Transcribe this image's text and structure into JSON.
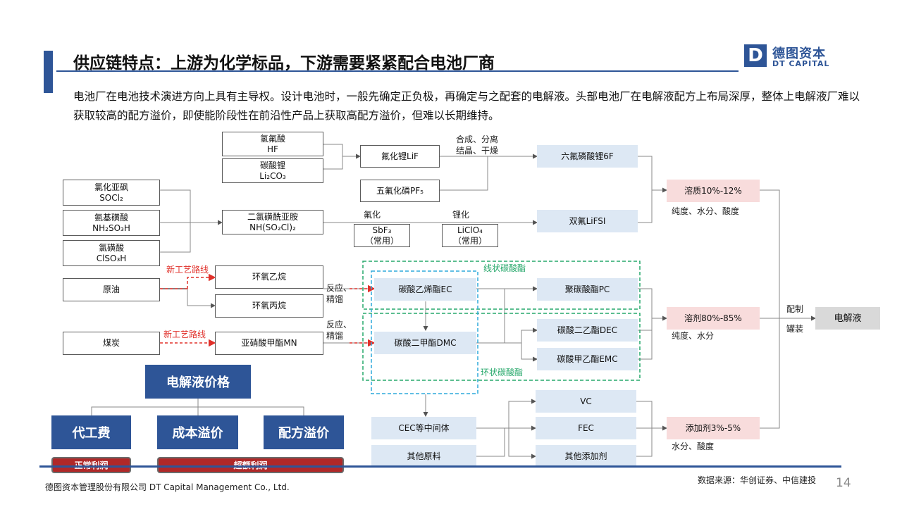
{
  "header": {
    "title": "供应链特点：上游为化学标品，下游需要紧紧配合电池厂商",
    "logo_mark": "D",
    "logo_cn": "德图资本",
    "logo_en": "DT CAPITAL"
  },
  "intro": "电池厂在电池技术演进方向上具有主导权。设计电池时，一般先确定正负极，再确定与之配套的电解液。头部电池厂在电解液配方上布局深厚，整体上电解液厂难以获取较高的配方溢价，即使能阶段性在前沿性产品上获取高配方溢价，但难以长期维持。",
  "diagram": {
    "raw": {
      "hf": "氢氟酸\nHF",
      "li2co3": "碳酸锂\nLi₂CO₃",
      "socl2": "氯化亚砜\nSOCl₂",
      "nh2so3h": "氨基磺酸\nNH₂SO₃H",
      "clso3h": "氯磺酸\nClSO₃H",
      "crude": "原油",
      "coal": "煤炭"
    },
    "mid": {
      "lif": "氟化锂LiF",
      "pf5": "五氟化磷PF₅",
      "imide": "二氯磺酰亚胺\nNH(SO₂Cl)₂",
      "sbf3": "SbF₃\n（常用）",
      "liclo4": "LiClO₄\n（常用）",
      "eo": "环氧乙烷",
      "po": "环氧丙烷",
      "mn": "亚硝酸甲酯MN"
    },
    "prod": {
      "lipf6": "六氟磷酸锂6F",
      "lifsi": "双氟LiFSI",
      "ec": "碳酸乙烯酯EC",
      "pc": "聚碳酸酯PC",
      "dmc": "碳酸二甲酯DMC",
      "dec": "碳酸二乙酯DEC",
      "emc": "碳酸甲乙酯EMC",
      "cec": "CEC等中间体",
      "other_raw": "其他原料",
      "vc": "VC",
      "fec": "FEC",
      "other_add": "其他添加剂"
    },
    "agg": {
      "solute": "溶质10%-12%",
      "solvent": "溶剂80%-85%",
      "additive": "添加剂3%-5%",
      "electrolyte": "电解液"
    },
    "labels": {
      "synth": "合成、分离\n结晶、干燥",
      "fluor": "氟化",
      "lith": "锂化",
      "react1": "反应、\n精馏",
      "react2": "反应、\n精馏",
      "new_route1": "新工艺路线",
      "new_route2": "新工艺路线",
      "linear": "线状碳酸酯",
      "cyclic": "环状碳酸酯",
      "solute_req": "纯度、水分、酸度",
      "solvent_req": "纯度、水分",
      "additive_req": "水分、酸度",
      "mix": "配制",
      "fill": "罐装"
    },
    "colors": {
      "navy": "#2e5597",
      "light_blue_box": "#dde8f4",
      "red_route": "#e0302a",
      "green_dash": "#27a86b",
      "blue_dash": "#2eaadc",
      "red_pill": "#b02828"
    }
  },
  "price": {
    "title": "电解液价格",
    "items": [
      "代工费",
      "成本溢价",
      "配方溢价"
    ],
    "normal": "正常利润",
    "excess": "超额利润"
  },
  "footer": {
    "company": "德图资本管理股份有限公司  DT Capital Management Co., Ltd.",
    "source": "数据来源：华创证券、中信建投",
    "page": "14"
  }
}
